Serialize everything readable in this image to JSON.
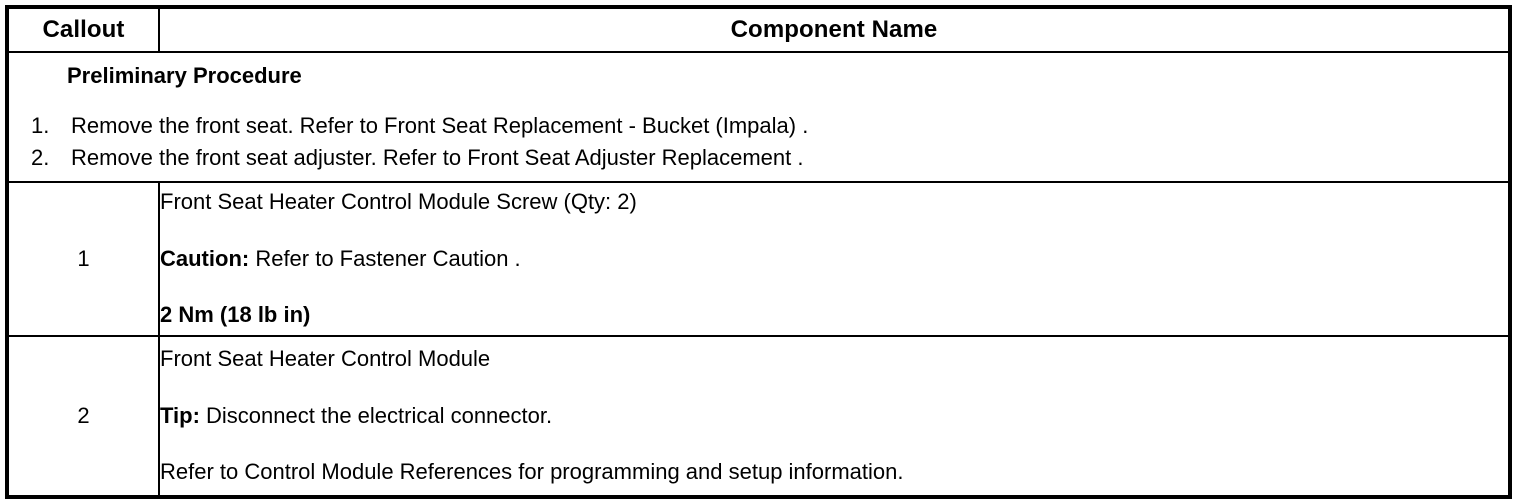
{
  "table": {
    "headers": {
      "callout": "Callout",
      "component": "Component Name"
    },
    "preliminary": {
      "title": "Preliminary Procedure",
      "steps": [
        {
          "num": "1.",
          "text": "Remove the front seat. Refer to Front Seat Replacement - Bucket (Impala) ."
        },
        {
          "num": "2.",
          "text": "Remove the front seat adjuster. Refer to Front Seat Adjuster Replacement ."
        }
      ]
    },
    "rows": [
      {
        "callout": "1",
        "name": "Front Seat Heater Control Module Screw (Qty: 2)",
        "notice_label": "Caution:",
        "notice_text": " Refer to Fastener Caution .",
        "torque": "2 Nm (18 lb in)"
      },
      {
        "callout": "2",
        "name": "Front Seat Heater Control Module",
        "notice_label": "Tip:",
        "notice_text": " Disconnect the electrical connector.",
        "extra": "Refer to Control Module References for programming and setup information."
      }
    ]
  },
  "colors": {
    "border": "#000000",
    "text": "#000000",
    "background": "#ffffff"
  }
}
